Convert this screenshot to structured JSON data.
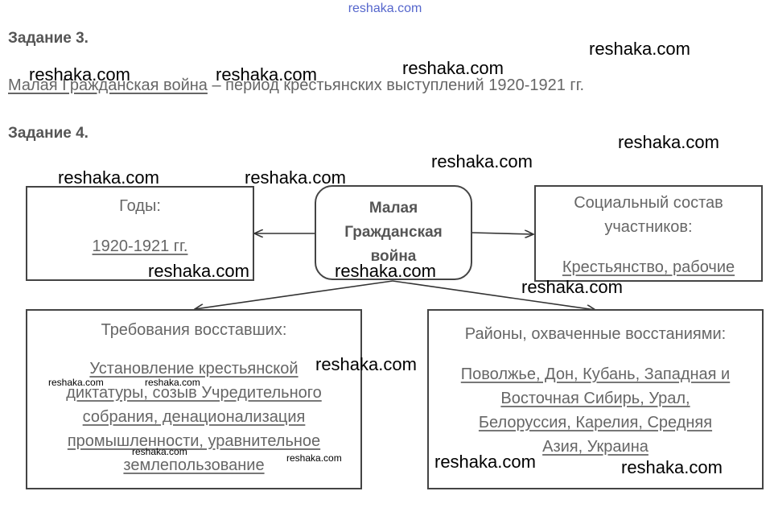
{
  "site": "reshaka.com",
  "task3": {
    "heading": "Задание 3.",
    "term": "Малая Гражданская война",
    "definition": " – период крестьянских выступлений 1920-1921 гг."
  },
  "task4": {
    "heading": "Задание 4.",
    "center": {
      "line1": "Малая",
      "line2": "Гражданская",
      "line3": "война"
    },
    "years": {
      "title": "Годы:",
      "value": "1920-1921 гг."
    },
    "social": {
      "title1": "Социальный состав",
      "title2": "участников:",
      "value": "Крестьянство, рабочие"
    },
    "demands": {
      "title": "Требования восставших:",
      "lines": [
        "Установление крестьянской",
        "диктатуры, созыв Учредительного",
        "собрания, денационализация",
        "промышленности, уравнительное",
        "землепользование"
      ]
    },
    "regions": {
      "title": "Районы, охваченные восстаниями:",
      "lines": [
        "Поволжье, Дон, Кубань, Западная и",
        "Восточная Сибирь, Урал,",
        "Белоруссия, Карелия, Средняя",
        "Азия, Украина"
      ]
    }
  },
  "watermark": "reshaka.com"
}
